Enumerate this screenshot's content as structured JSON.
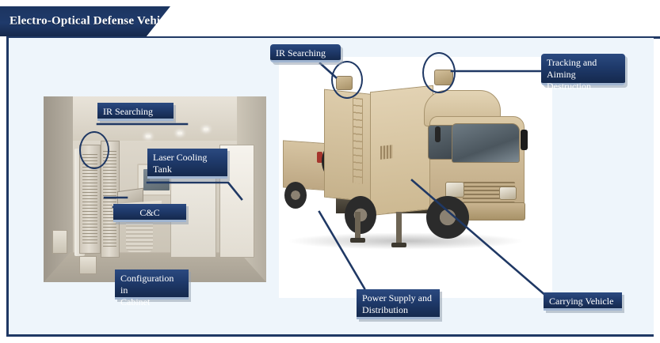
{
  "slide": {
    "title": "Electro-Optical Defense Vehicle",
    "background_color": "#eef5fb",
    "accent_color": "#1f3864",
    "label_color": "#1f3a6b"
  },
  "panels": {
    "cabinet": {
      "name": "cabinet-interior-photo",
      "description": "3D rendering of shelter cabinet interior with equipment racks, console monitor, desk with laptop and white cabinet"
    },
    "truck": {
      "name": "vehicle-photo",
      "description": "Tan desert-camouflage Isuzu box truck with towed power generator trailer and two roof-mounted electro-optical turrets"
    }
  },
  "labels": [
    {
      "id": "ir-searching-cabinet",
      "text": "IR Searching",
      "align": "left",
      "shape": "square"
    },
    {
      "id": "laser-cooling-tank",
      "text": "Laser Cooling\nTank",
      "align": "left",
      "shape": "square"
    },
    {
      "id": "command-and-control",
      "text": "C&C",
      "align": "center",
      "shape": "square"
    },
    {
      "id": "configuration-in-cabinet",
      "text": "Configuration in\nCabinet",
      "align": "left",
      "shape": "square"
    },
    {
      "id": "ir-searching-vehicle",
      "text": "IR Searching",
      "align": "left",
      "shape": "rounded"
    },
    {
      "id": "tracking-and-aiming-destruction",
      "text": "Tracking and\nAiming Destruction",
      "align": "left",
      "shape": "rounded"
    },
    {
      "id": "power-supply-and-distribution",
      "text": "Power Supply and\nDistribution",
      "align": "left",
      "shape": "square"
    },
    {
      "id": "carrying-vehicle",
      "text": "Carrying Vehicle",
      "align": "left",
      "shape": "square"
    }
  ]
}
